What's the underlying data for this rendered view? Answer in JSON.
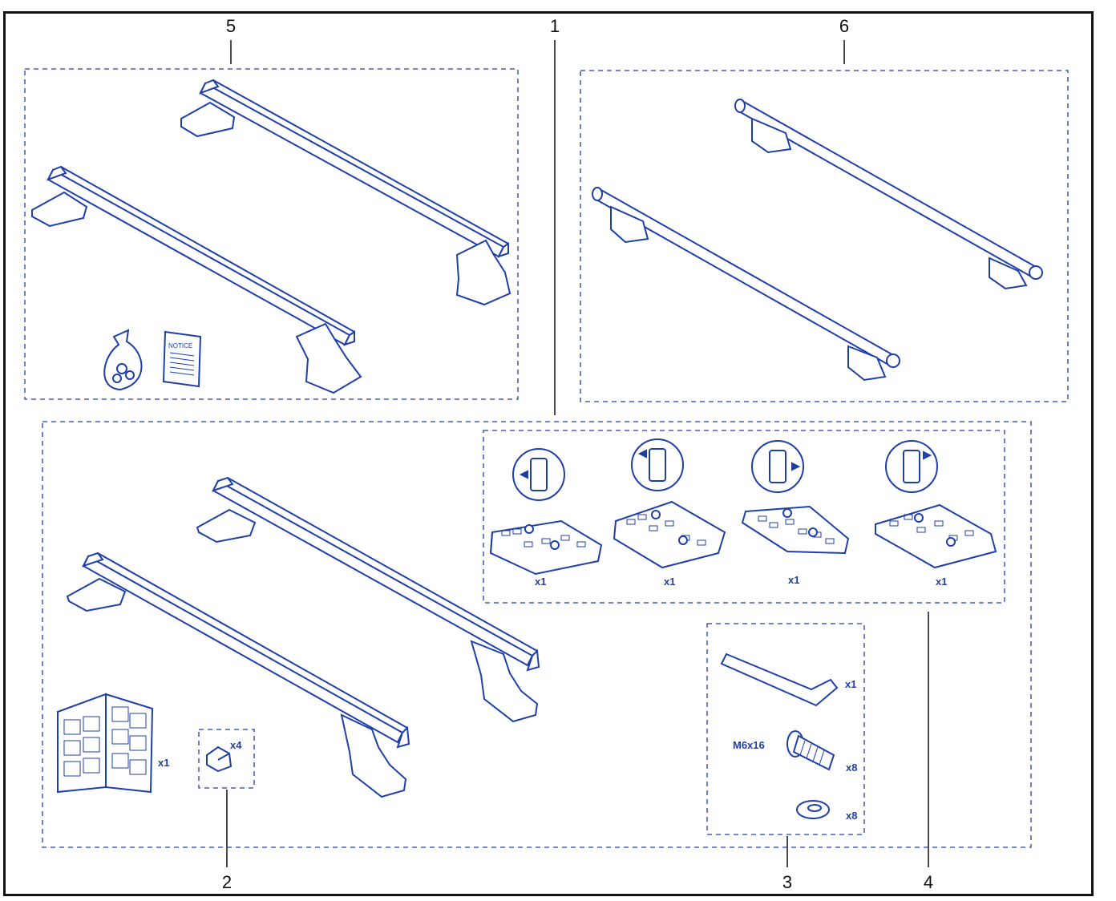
{
  "callouts": {
    "c1": "1",
    "c2": "2",
    "c3": "3",
    "c4": "4",
    "c5": "5",
    "c6": "6"
  },
  "quantities": {
    "pad_a": "x1",
    "pad_b": "x1",
    "pad_c": "x1",
    "pad_d": "x1",
    "manual": "x1",
    "end_caps": "x4",
    "allen_key": "x1",
    "screw_spec": "M6x16",
    "screws": "x8",
    "washers": "x8"
  },
  "notice_label": "NOTICE",
  "colors": {
    "line_art": "#1f3fa8",
    "callout_leader": "#111111",
    "frame": "#111111"
  }
}
